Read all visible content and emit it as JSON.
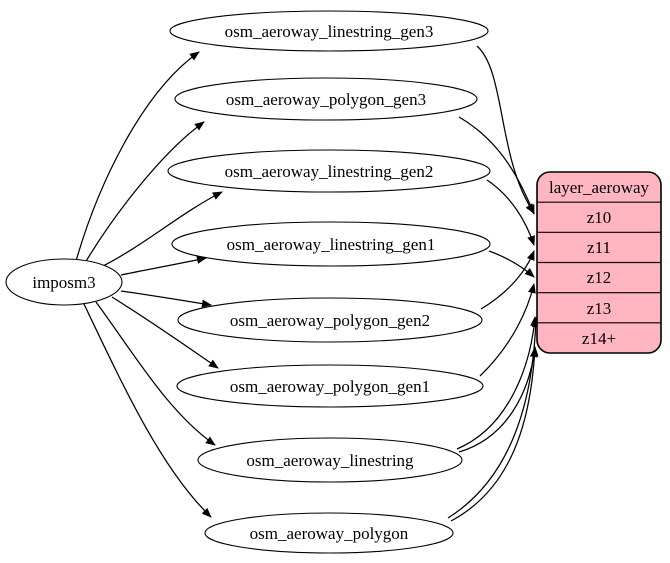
{
  "diagram": {
    "type": "etl-graph",
    "colors": {
      "background": "#ffffff",
      "node_fill": "#ffffff",
      "node_stroke": "#000000",
      "edge": "#000000",
      "layer_table_fill": "#ffb6c1",
      "text": "#000000"
    },
    "source": {
      "label": "imposm3"
    },
    "tables": [
      {
        "label": "osm_aeroway_linestring_gen3"
      },
      {
        "label": "osm_aeroway_polygon_gen3"
      },
      {
        "label": "osm_aeroway_linestring_gen2"
      },
      {
        "label": "osm_aeroway_linestring_gen1"
      },
      {
        "label": "osm_aeroway_polygon_gen2"
      },
      {
        "label": "osm_aeroway_polygon_gen1"
      },
      {
        "label": "osm_aeroway_linestring"
      },
      {
        "label": "osm_aeroway_polygon"
      }
    ],
    "layer": {
      "title": "layer_aeroway",
      "zoom_rows": [
        "z10",
        "z11",
        "z12",
        "z13",
        "z14+"
      ]
    },
    "edges": [
      {
        "from": "imposm3",
        "to": "osm_aeroway_linestring_gen3"
      },
      {
        "from": "imposm3",
        "to": "osm_aeroway_polygon_gen3"
      },
      {
        "from": "imposm3",
        "to": "osm_aeroway_linestring_gen2"
      },
      {
        "from": "imposm3",
        "to": "osm_aeroway_linestring_gen1"
      },
      {
        "from": "imposm3",
        "to": "osm_aeroway_polygon_gen2"
      },
      {
        "from": "imposm3",
        "to": "osm_aeroway_polygon_gen1"
      },
      {
        "from": "imposm3",
        "to": "osm_aeroway_linestring"
      },
      {
        "from": "imposm3",
        "to": "osm_aeroway_polygon"
      },
      {
        "from": "osm_aeroway_linestring_gen3",
        "to": "layer_aeroway:z10"
      },
      {
        "from": "osm_aeroway_polygon_gen3",
        "to": "layer_aeroway:z10"
      },
      {
        "from": "osm_aeroway_linestring_gen2",
        "to": "layer_aeroway:z11"
      },
      {
        "from": "osm_aeroway_polygon_gen2",
        "to": "layer_aeroway:z11"
      },
      {
        "from": "osm_aeroway_linestring_gen1",
        "to": "layer_aeroway:z12"
      },
      {
        "from": "osm_aeroway_polygon_gen1",
        "to": "layer_aeroway:z12"
      },
      {
        "from": "osm_aeroway_linestring",
        "to": "layer_aeroway:z13"
      },
      {
        "from": "osm_aeroway_polygon",
        "to": "layer_aeroway:z13"
      },
      {
        "from": "osm_aeroway_linestring",
        "to": "layer_aeroway:z14+"
      },
      {
        "from": "osm_aeroway_polygon",
        "to": "layer_aeroway:z14+"
      }
    ]
  }
}
